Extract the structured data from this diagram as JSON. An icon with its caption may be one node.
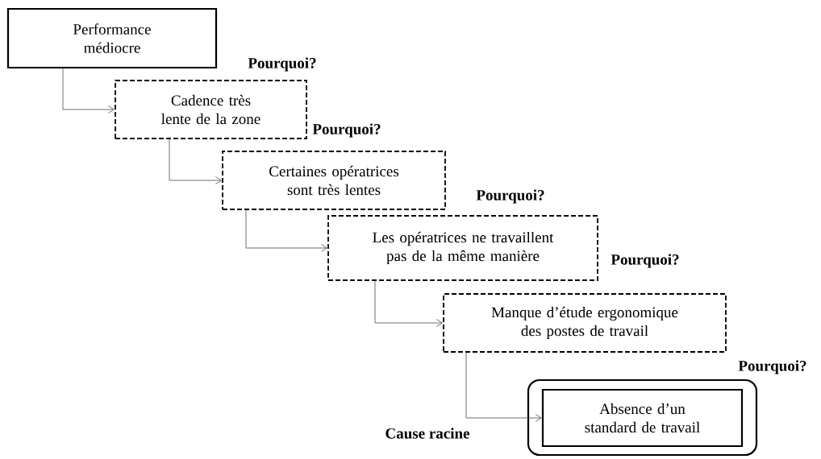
{
  "diagram": {
    "nodes": [
      {
        "text": [
          "Performance médiocre"
        ]
      },
      {
        "text": [
          "Cadence très lente de la zone"
        ]
      },
      {
        "text": [
          "Certaines opératrices sont très lentes"
        ]
      },
      {
        "text": [
          "Les opératrices ne travaillent pas de la même manière"
        ]
      },
      {
        "text": [
          "Manque d’étude ergonomique des postes de travail"
        ]
      },
      {
        "text": [],
        "shape": "box"
      },
      {
        "text": [
          "Absence d’un standard de travail"
        ],
        "in": 5
      }
    ],
    "edges": [
      {
        "from": 0,
        "to": 1,
        "arrow": "to"
      },
      {
        "from": 1,
        "to": 2,
        "arrow": "to"
      },
      {
        "from": 2,
        "to": 3,
        "arrow": "to"
      },
      {
        "from": 3,
        "to": 4,
        "arrow": "to"
      },
      {
        "from": 4,
        "to": 6,
        "arrow": "to"
      }
    ],
    "labels": [
      "Pourquoi?",
      "Pourquoi?",
      "Pourquoi?",
      "Pourquoi?",
      "Pourquoi?",
      "Cause racine"
    ]
  }
}
